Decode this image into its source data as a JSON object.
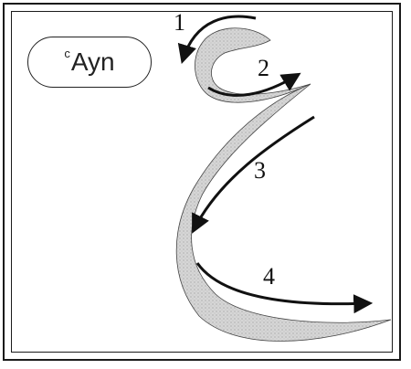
{
  "letter": {
    "superscript": "c",
    "name": "Ayn"
  },
  "steps": [
    {
      "number": "1"
    },
    {
      "number": "2"
    },
    {
      "number": "3"
    },
    {
      "number": "4"
    }
  ],
  "colors": {
    "stroke_fill": "#cfcfcf",
    "ink": "#111111"
  }
}
